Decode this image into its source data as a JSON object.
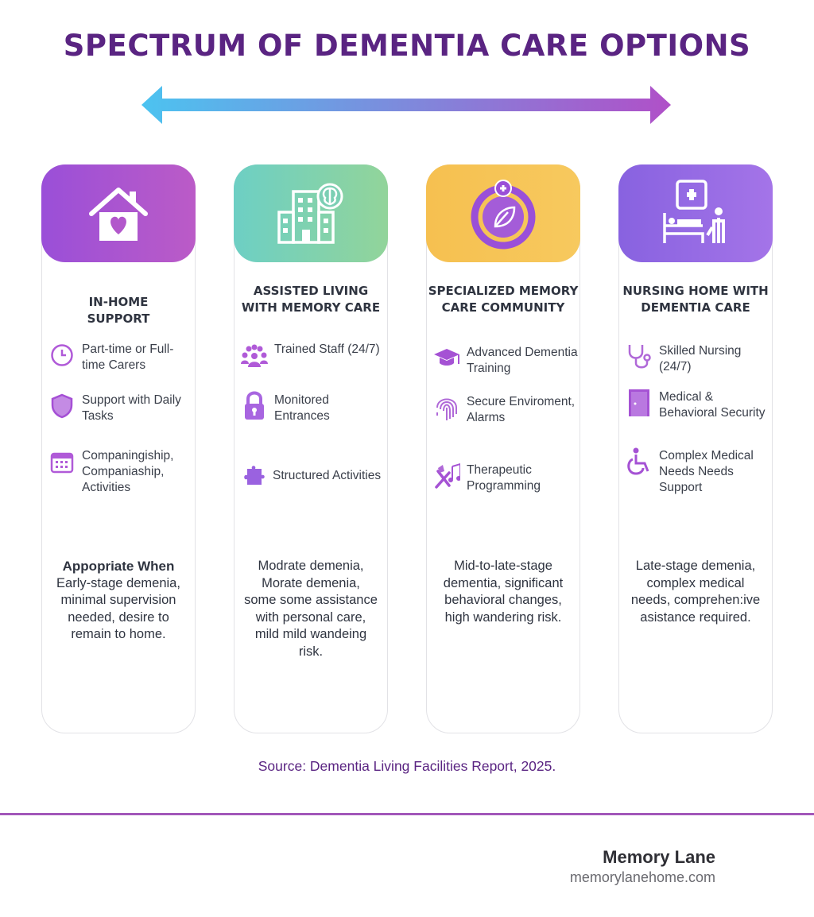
{
  "title": "SPECTRUM OF DEMENTIA CARE OPTIONS",
  "colors": {
    "title": "#5a2482",
    "arrow_start": "#4cc3f0",
    "arrow_end": "#b050c8",
    "icon": "#a05ad8"
  },
  "cards": [
    {
      "title": "IN-HOME SUPPORT",
      "header_icon": "house-heart-icon",
      "header_colors": [
        "#9a4fd8",
        "#bb5bc7"
      ],
      "features": [
        {
          "icon": "clock-icon",
          "text": "Part-time or Full-time Carers"
        },
        {
          "icon": "shield-icon",
          "text": "Support with Daily Tasks"
        },
        {
          "icon": "calendar-icon",
          "text": "Companingiship, Companiaship, Activities"
        }
      ],
      "when_label": "Appopriate When",
      "when": "Early-stage demenia, minimal supervision needed, desire to remain to home."
    },
    {
      "title": "ASSISTED LIVING WITH MEMORY CARE",
      "header_icon": "building-brain-icon",
      "header_colors": [
        "#6dcfc4",
        "#92d49a"
      ],
      "features": [
        {
          "icon": "people-group-icon",
          "text": "Trained Staff (24/7)"
        },
        {
          "icon": "lock-icon",
          "text": "Monitored Entrances"
        },
        {
          "icon": "puzzle-icon",
          "text": "Structured Activities"
        }
      ],
      "when": "Modrate demenia, Morate demenia, some some assistance with personal care, mild mild wandeing risk."
    },
    {
      "title": "SPECIALIZED MEMORY CARE COMMUNITY",
      "header_icon": "leaf-cycle-icon",
      "header_colors": [
        "#f6c050",
        "#f7c95e"
      ],
      "features": [
        {
          "icon": "graduation-cap-icon",
          "text": "Advanced Dementia Training"
        },
        {
          "icon": "fingerprint-icon",
          "text": "Secure Enviroment, Alarms"
        },
        {
          "icon": "music-tools-icon",
          "text": "Therapeutic Programming"
        }
      ],
      "when": "Mid-to-late-stage dementia, significant behavioral changes, high wandering risk."
    },
    {
      "title": "NURSING HOME WITH DEMENTIA CARE",
      "header_icon": "hospital-bed-icon",
      "header_colors": [
        "#8862e0",
        "#a474e8"
      ],
      "features": [
        {
          "icon": "stethoscope-icon",
          "text": "Skilled Nursing (24/7)"
        },
        {
          "icon": "door-icon",
          "text": "Medical & Behavioral Security"
        },
        {
          "icon": "wheelchair-icon",
          "text": "Complex Medical Needs Needs Support"
        }
      ],
      "when": "Late-stage demenia, complex medical needs, comprehen:ive asistance required."
    }
  ],
  "source": "Source: Dementia Living Facilities Report, 2025.",
  "brand": {
    "name": "Memory Lane",
    "url": "memorylanehome.com"
  }
}
